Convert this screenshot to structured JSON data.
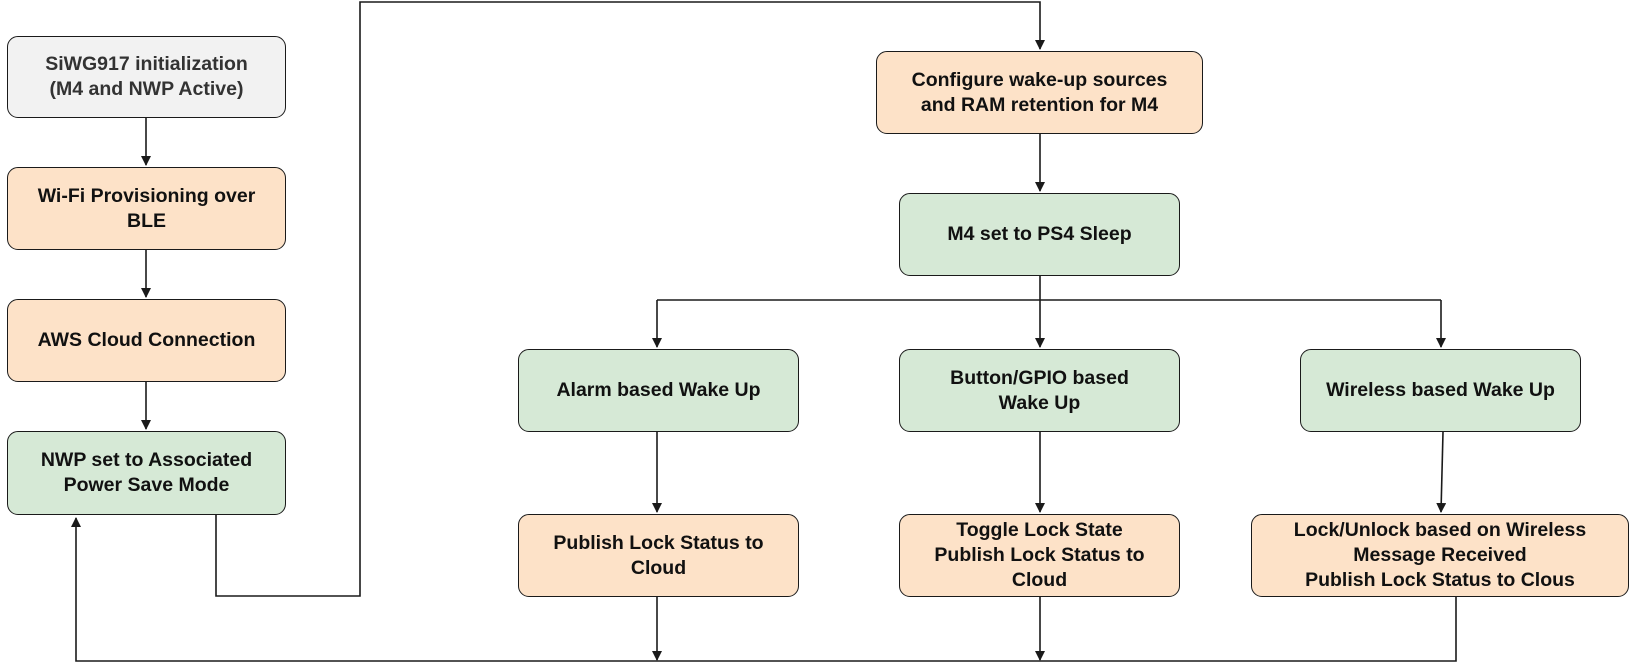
{
  "nodes": {
    "init": "SiWG917 initialization\n(M4 and NWP Active)",
    "wifi": "Wi-Fi Provisioning over\nBLE",
    "aws": "AWS Cloud Connection",
    "nwp": "NWP set to Associated\nPower Save Mode",
    "configure": "Configure wake-up sources\nand RAM retention for M4",
    "m4sleep": "M4 set to PS4 Sleep",
    "alarm": "Alarm based Wake Up",
    "button": "Button/GPIO based\nWake Up",
    "wireless": "Wireless based Wake Up",
    "publish1": "Publish Lock Status to\nCloud",
    "toggle": "Toggle Lock State\nPublish Lock Status to\nCloud",
    "lockunlock": "Lock/Unlock based on Wireless\nMessage Received\nPublish Lock Status to Clous"
  },
  "colors": {
    "grey": "#f2f2f2",
    "orange": "#fde2c8",
    "green": "#d6e9d6",
    "line": "#1a1a1a"
  }
}
